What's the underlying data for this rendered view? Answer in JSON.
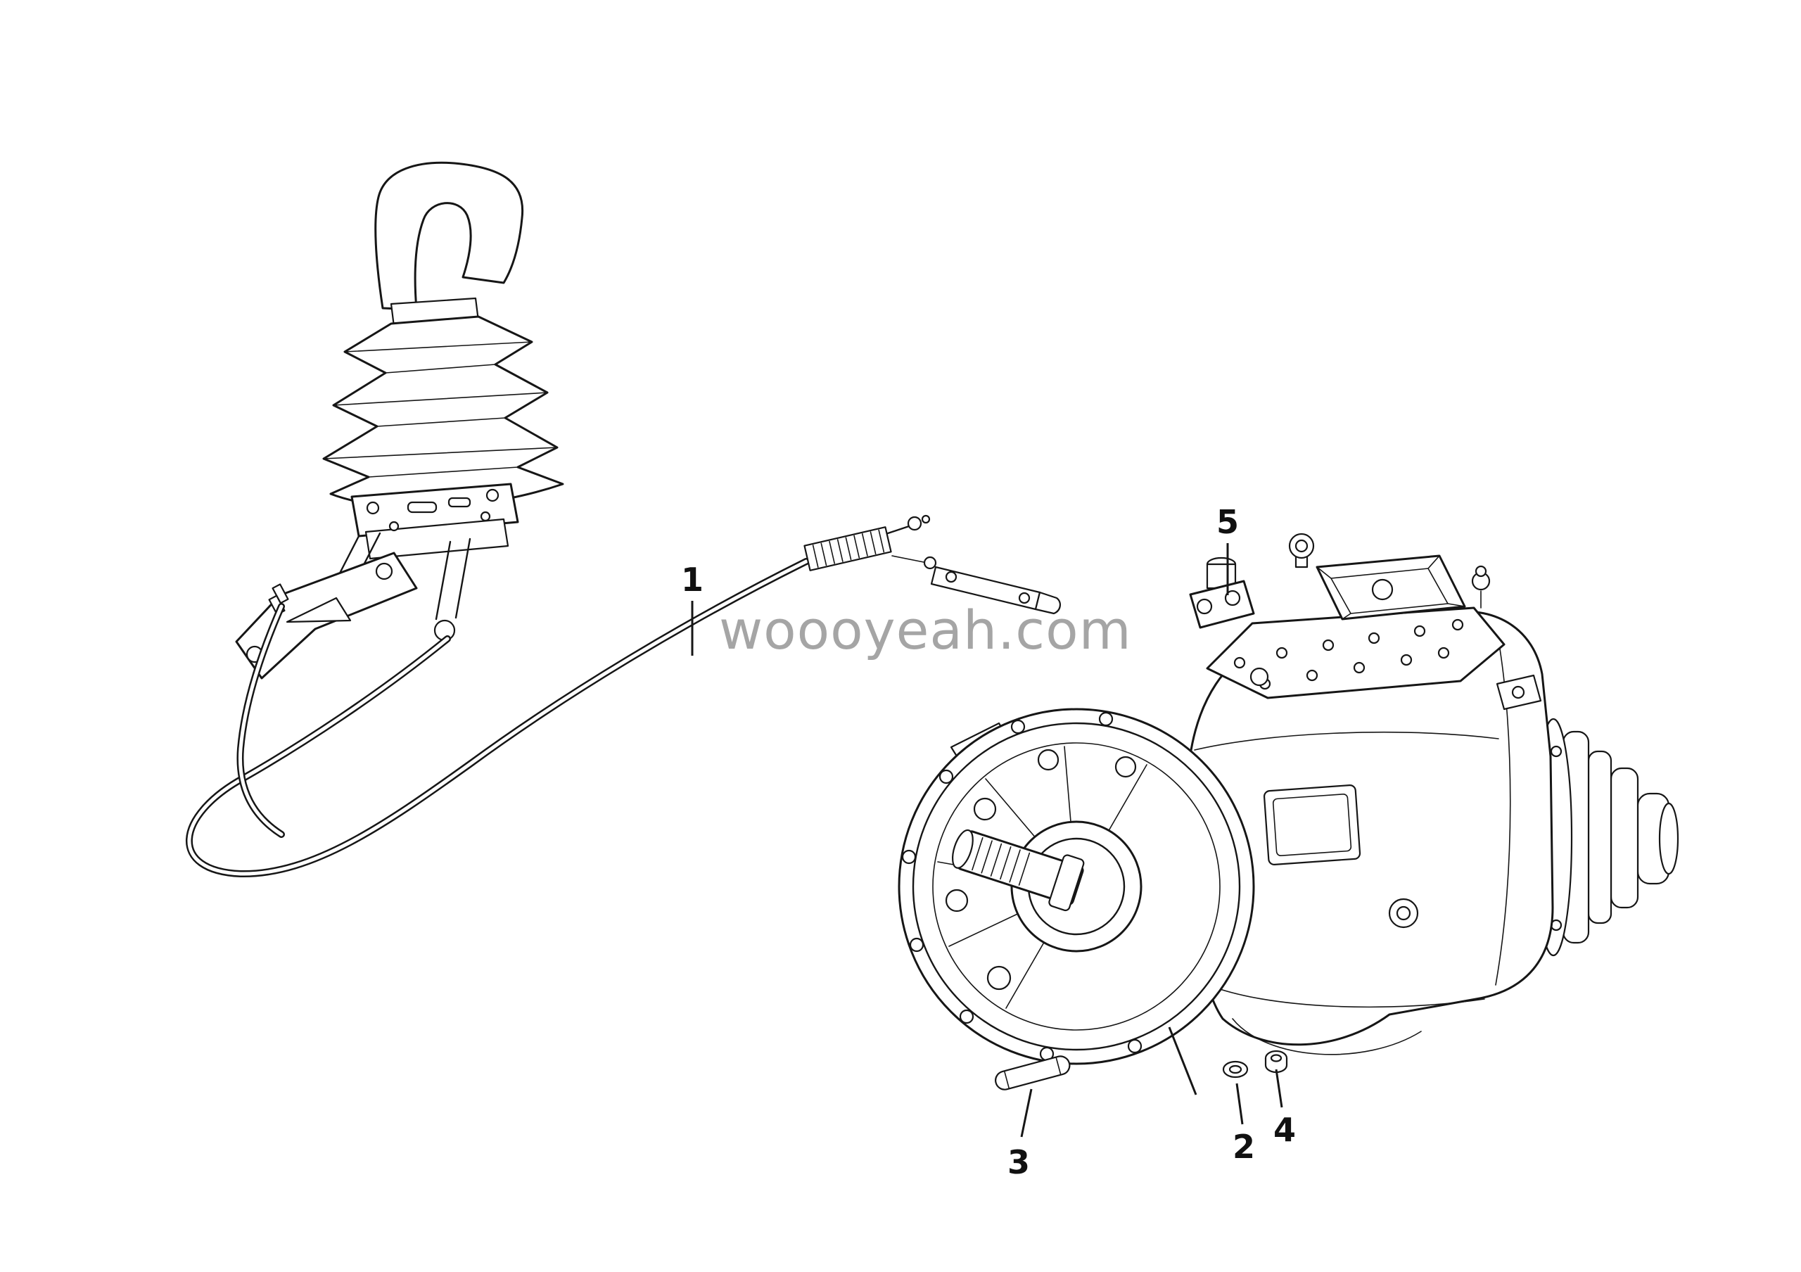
{
  "diagram": {
    "watermark": "woooyeah.com",
    "callouts": {
      "c1": "1",
      "c2": "2",
      "c3": "3",
      "c4": "4",
      "c5": "5"
    }
  }
}
